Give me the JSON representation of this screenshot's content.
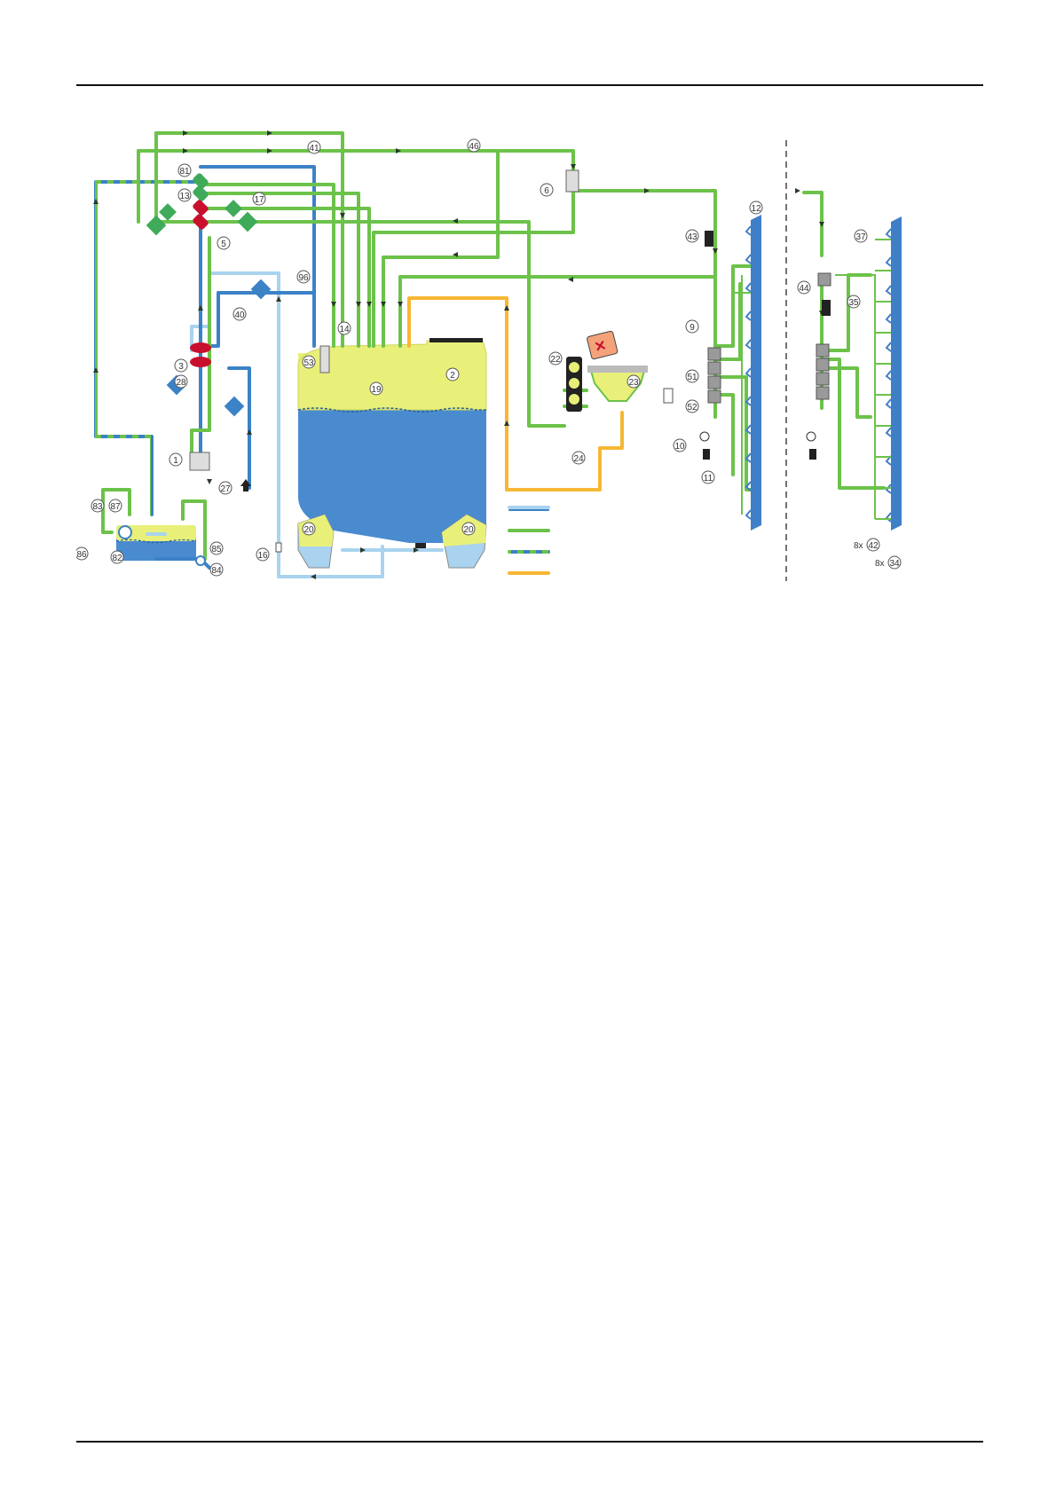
{
  "diagram": {
    "colors": {
      "clean_water": "#a9d3ef",
      "spray_liquid": "#6cc24a",
      "tank_water": "#3b82c6",
      "mixed": "#6cc24a",
      "concentrate": "#f7b733",
      "fill_yellow": "#e8f07a",
      "tank_blue": "#4a8bd0",
      "boom_blue": "#3f7fc8",
      "valve_green": "#3faa5a",
      "valve_red": "#c8102e",
      "component_grey": "#9a9a9a",
      "badge_orange": "#f4a27a",
      "label_ring": "#555555"
    },
    "legend": [
      {
        "pattern": "clean_water"
      },
      {
        "pattern": "tank_water"
      },
      {
        "pattern": "spray_liquid"
      },
      {
        "pattern": "mixed"
      },
      {
        "pattern": "concentrate"
      }
    ],
    "labels": {
      "l1": "1",
      "l2": "2",
      "l3": "3",
      "l5": "5",
      "l6": "6",
      "l9": "9",
      "l10": "10",
      "l11": "11",
      "l12": "12",
      "l13": "13",
      "l14": "14",
      "l16": "16",
      "l17": "17",
      "l19": "19",
      "l20a": "20",
      "l20b": "20",
      "l22": "22",
      "l23": "23",
      "l24": "24",
      "l27": "27",
      "l28": "28",
      "l34": "34",
      "l35": "35",
      "l37": "37",
      "l40": "40",
      "l41": "41",
      "l42": "42",
      "l43": "43",
      "l44": "44",
      "l46": "46",
      "l51": "51",
      "l52": "52",
      "l53": "53",
      "l81": "81",
      "l82": "82",
      "l83": "83",
      "l84": "84",
      "l85": "85",
      "l86": "86",
      "l87": "87",
      "l96": "96",
      "x8a": "8x",
      "x8b": "8x"
    }
  }
}
